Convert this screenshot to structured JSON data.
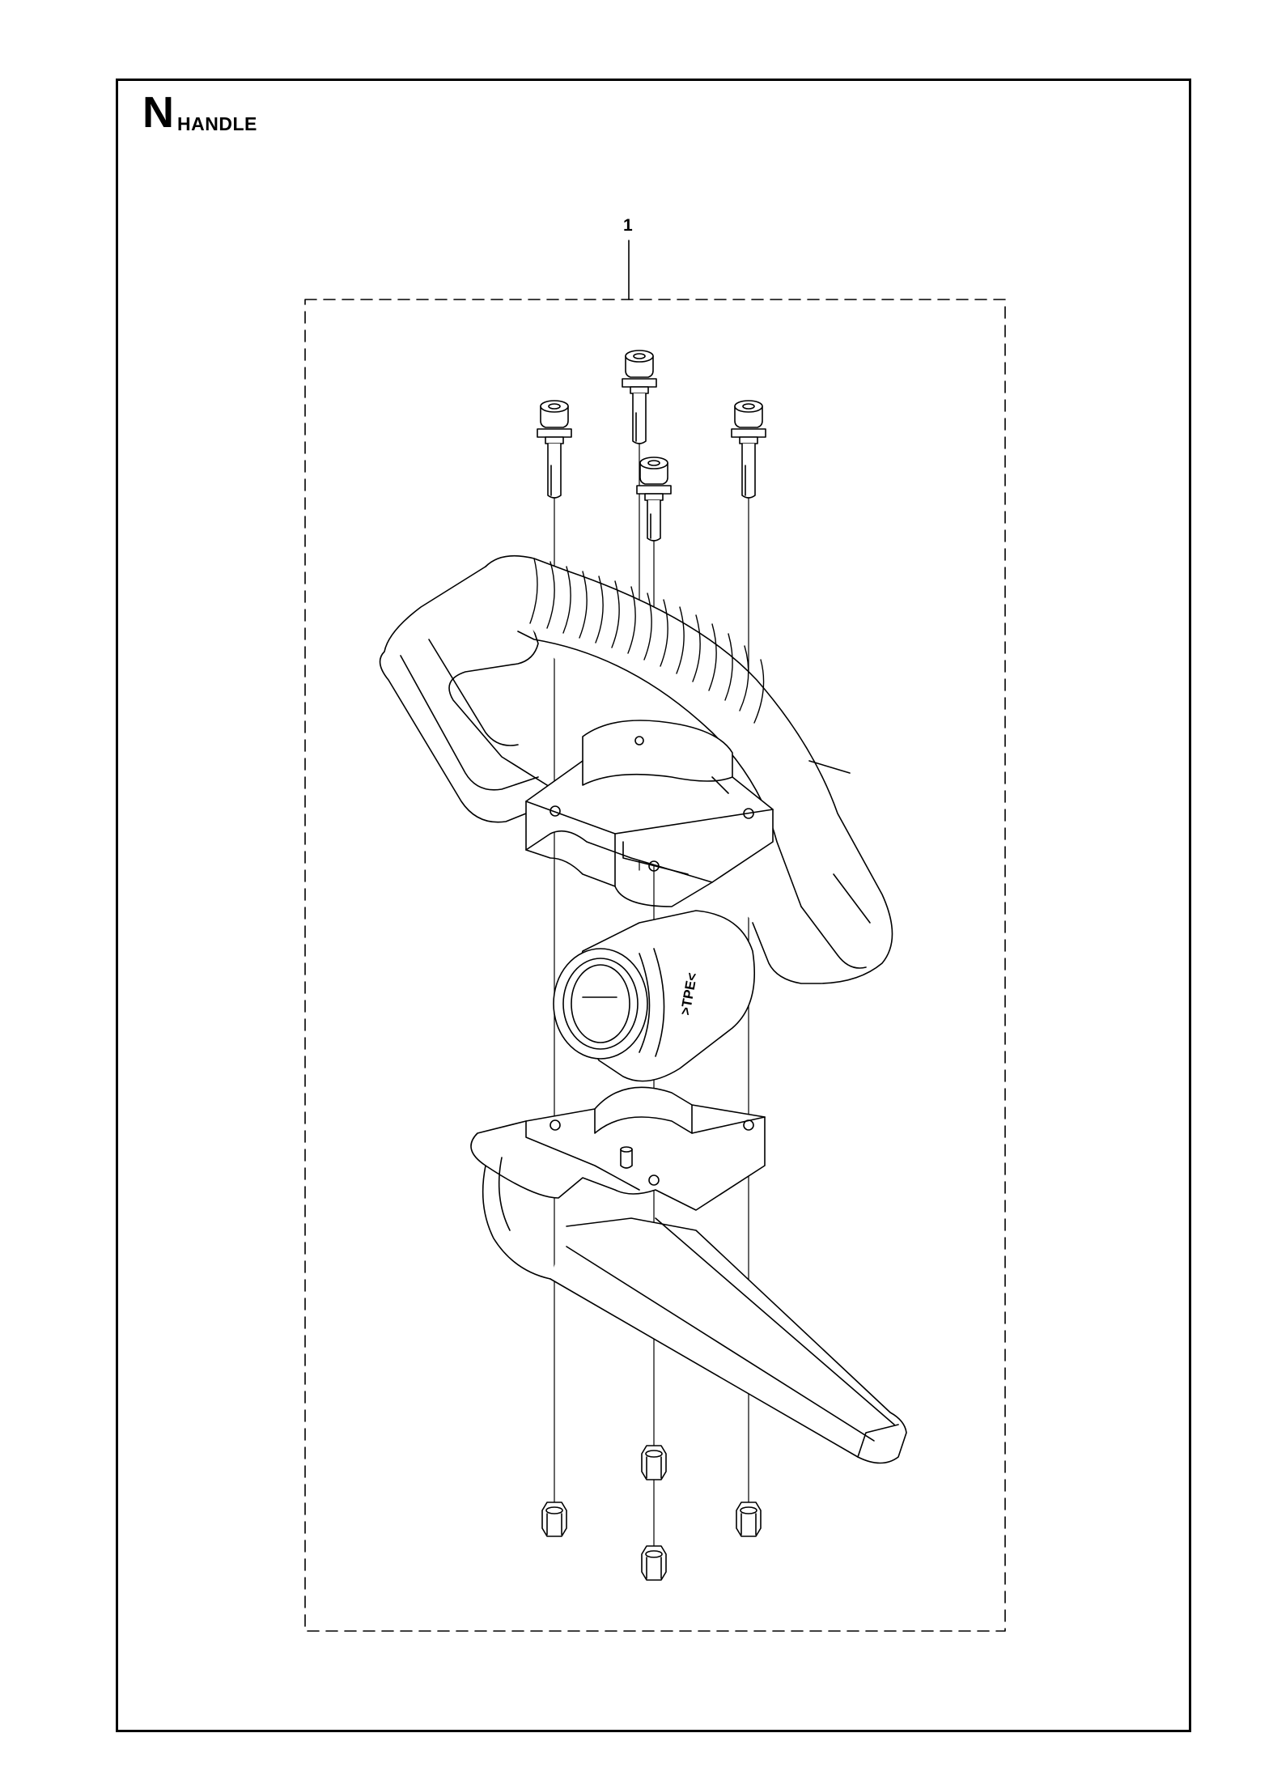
{
  "section": {
    "letter": "N",
    "title": "HANDLE"
  },
  "callouts": [
    {
      "number": "1"
    }
  ],
  "part_marking": ">TPE<"
}
